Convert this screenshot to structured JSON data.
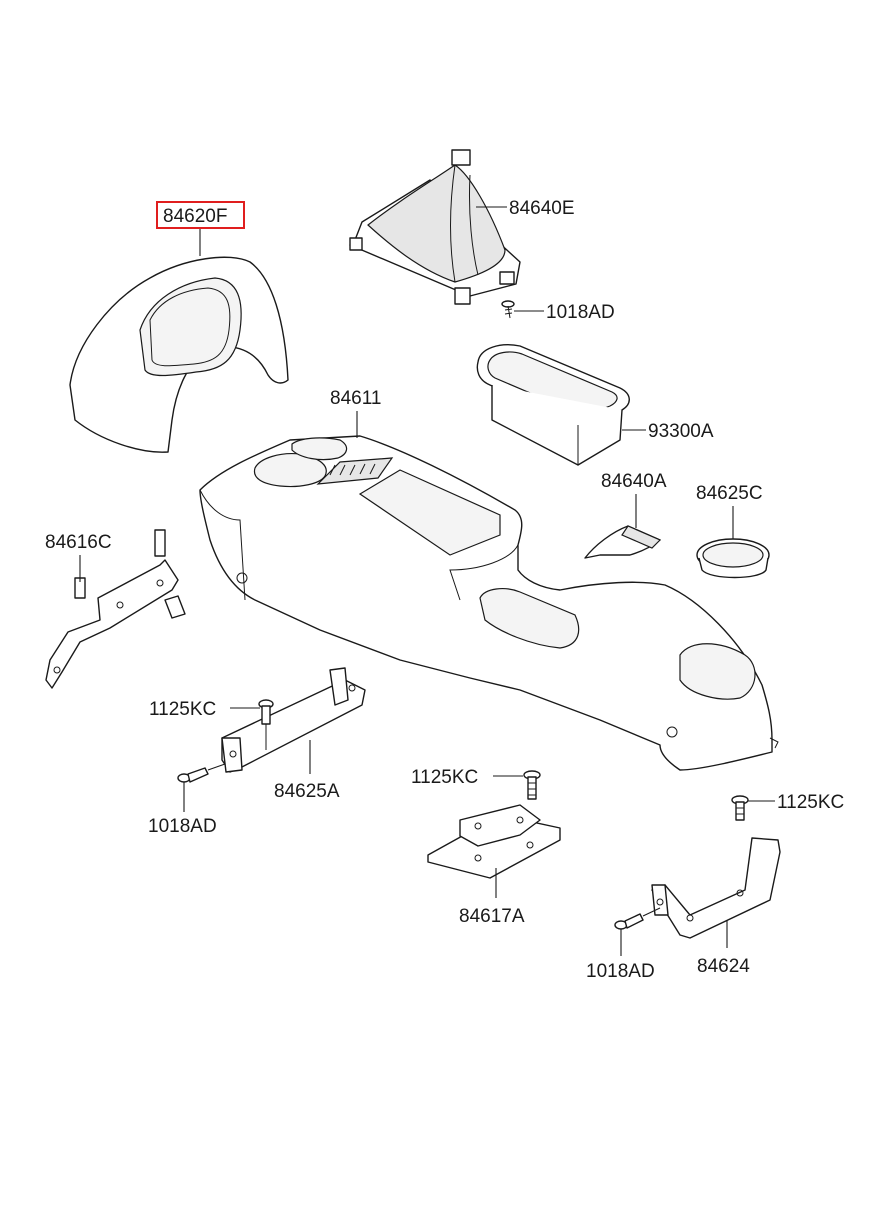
{
  "labels": {
    "l84620F": "84620F",
    "l84640E": "84640E",
    "l1018AD_top": "1018AD",
    "l84611": "84611",
    "l93300A": "93300A",
    "l84640A": "84640A",
    "l84625C": "84625C",
    "l84616C": "84616C",
    "l1125KC_left": "1125KC",
    "l1018AD_left": "1018AD",
    "l84625A": "84625A",
    "l1125KC_mid": "1125KC",
    "l84617A": "84617A",
    "l1125KC_right": "1125KC",
    "l1018AD_right": "1018AD",
    "l84624": "84624"
  },
  "highlight_color": "#e01e1e",
  "highlighted_part": "84620F"
}
